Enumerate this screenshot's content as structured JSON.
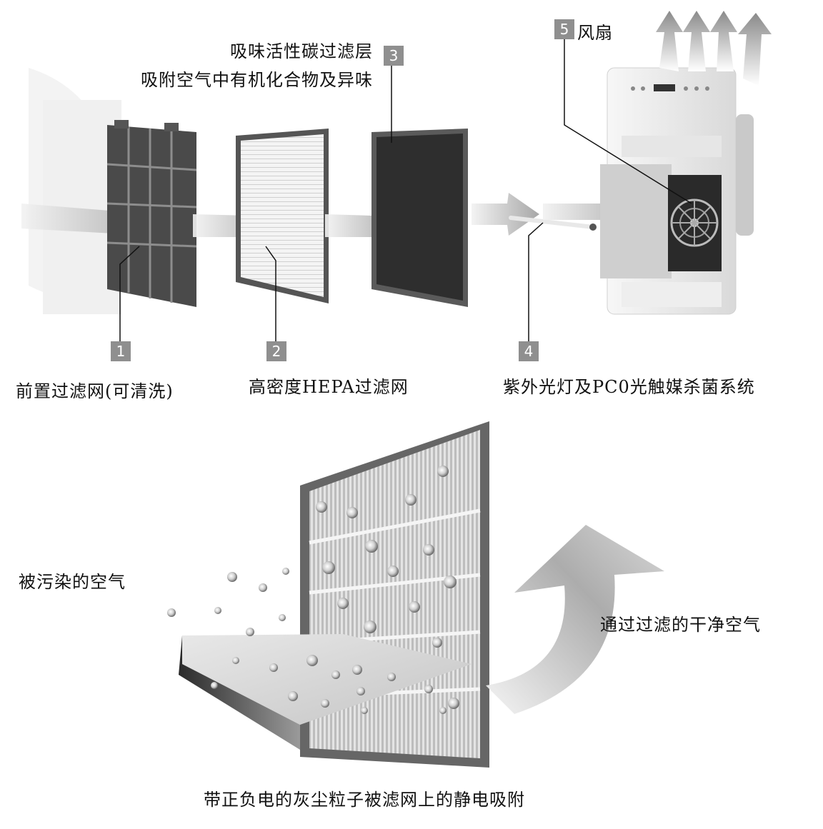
{
  "top": {
    "labels": [
      {
        "num": "1",
        "text": "前置过滤网(可清洗)"
      },
      {
        "num": "2",
        "text": "高密度HEPA过滤网"
      },
      {
        "num": "3",
        "text_line1": "吸味活性碳过滤层",
        "text_line2": "吸附空气中有机化合物及异味"
      },
      {
        "num": "4",
        "text": "紫外光灯及PC0光触媒杀菌系统"
      },
      {
        "num": "5",
        "text": "风扇"
      }
    ]
  },
  "bottom": {
    "polluted_label": "被污染的空气",
    "clean_label": "通过过滤的干净空气",
    "caption": "带正负电的灰尘粒子被滤网上的静电吸附"
  },
  "colors": {
    "badge": "#8f8f8f",
    "arrow": "#bdbdbd",
    "filter_dark": "#3a3a3a",
    "background": "#ffffff"
  },
  "icons": [
    "airflow-arrow",
    "fan-icon",
    "dust-particle"
  ]
}
